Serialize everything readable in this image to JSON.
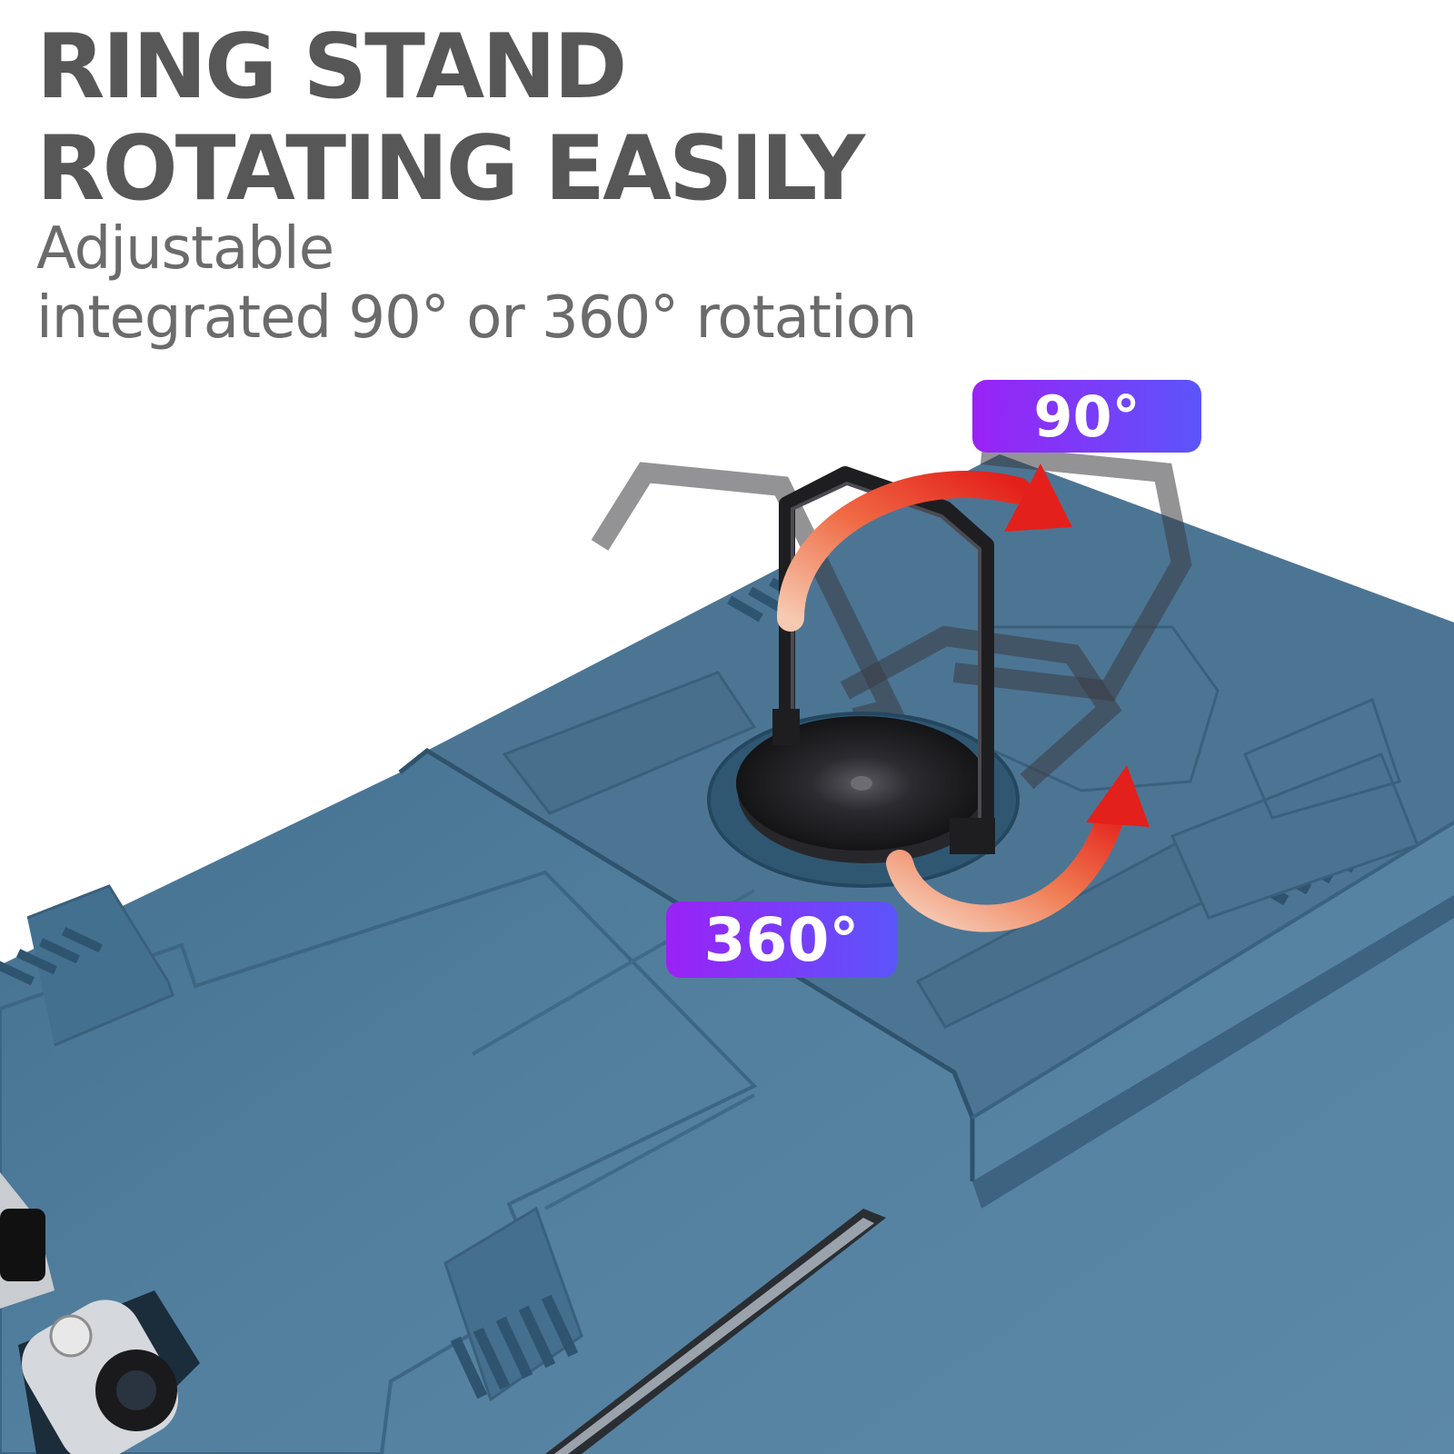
{
  "headline": {
    "line1": "RING STAND",
    "line2": "ROTATING EASILY"
  },
  "subtitle": {
    "line1": "Adjustable",
    "line2": "integrated 90° or 360° rotation"
  },
  "badges": {
    "rotate_90": "90°",
    "rotate_360": "360°"
  },
  "colors": {
    "headline_text": "#575757",
    "subtitle_text": "#6b6b6b",
    "case_blue": "#4f7997",
    "ring_black": "#1e1e20",
    "arrow_red": "#e3201b",
    "badge_gradient_start": "#9a22f5",
    "badge_gradient_end": "#5b55fb"
  },
  "icons": {
    "rotation_90": "curved-arrow-icon",
    "rotation_360": "curved-arrow-icon"
  }
}
